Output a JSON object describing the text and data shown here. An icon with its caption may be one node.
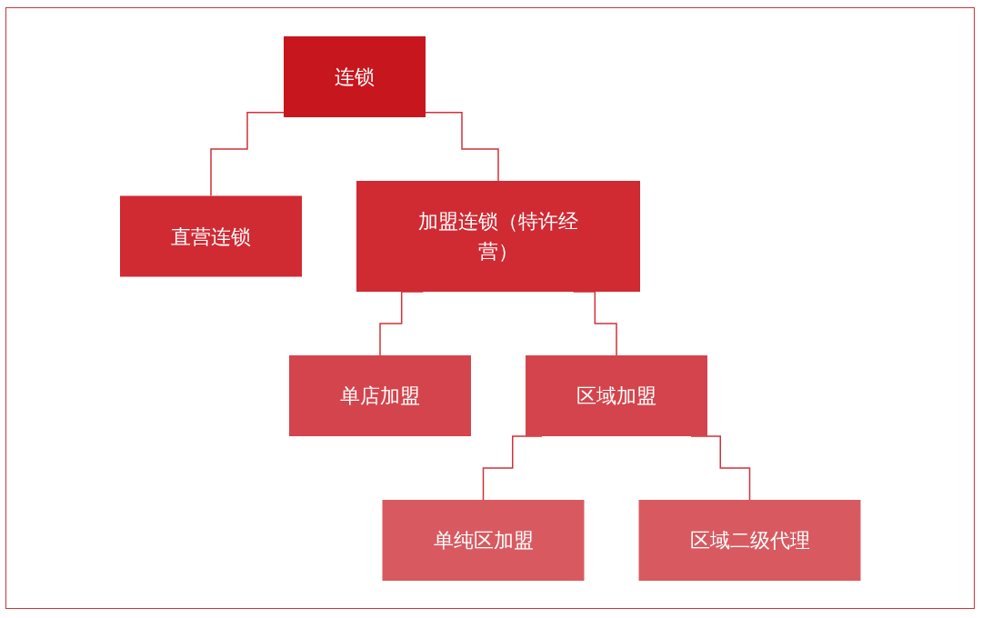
{
  "diagram": {
    "nodes": [
      {
        "text": [
          "连锁"
        ]
      },
      {
        "text": [
          "直营连锁"
        ]
      },
      {
        "text": [
          "加盟连锁（特许经营）"
        ]
      },
      {
        "text": [
          "单店加盟"
        ]
      },
      {
        "text": [
          "区域加盟"
        ]
      },
      {
        "text": [
          "单纯区加盟"
        ]
      },
      {
        "text": [
          "区域二级代理"
        ]
      }
    ],
    "edges": [
      {
        "from": 0,
        "to": 1,
        "arrow": "none"
      },
      {
        "from": 0,
        "to": 2,
        "arrow": "none"
      },
      {
        "from": 2,
        "to": 3,
        "arrow": "none"
      },
      {
        "from": 2,
        "to": 4,
        "arrow": "none"
      },
      {
        "from": 4,
        "to": 5,
        "arrow": "none"
      },
      {
        "from": 4,
        "to": 6,
        "arrow": "none"
      }
    ]
  }
}
